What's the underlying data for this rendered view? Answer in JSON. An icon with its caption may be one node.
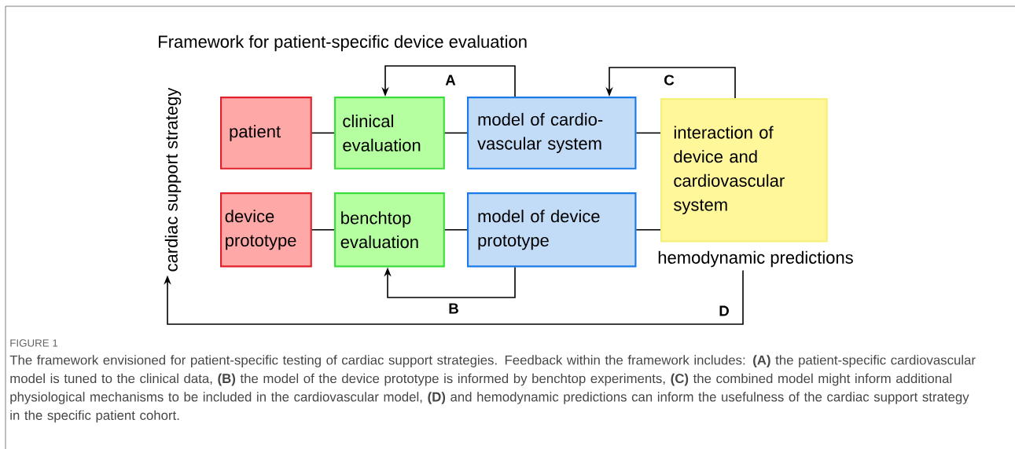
{
  "diagram": {
    "title": "Framework for patient-specific device evaluation",
    "caption": "The framework envisioned for patient-specific testing of cardiac support strategies. Feedback within the framework includes: **(A)** the patient-specific cardiovascular model is tuned to the clinical data, **(B)** the model of the device prototype is informed by benchtop experiments, **(C)** the combined model might inform additional physiological mechanisms to be included in the cardiovascular model, **(D)** and hemodynamic predictions can inform the usefulness of the cardiac support strategy in the specific patient cohort.",
    "nodes": [
      {
        "text": [
          "patient"
        ]
      },
      {
        "text": [
          "clinical evaluation"
        ]
      },
      {
        "text": [
          "model of cardio-vascular system"
        ]
      },
      {
        "text": [
          "interaction of device and cardiovascular system"
        ],
        "beside": [
          "hemodynamic predictions"
        ]
      },
      {
        "text": [
          "device prototype"
        ]
      },
      {
        "text": [
          "benchtop evaluation"
        ]
      },
      {
        "text": [
          "model of device prototype"
        ]
      },
      {
        "text": [
          "cardiac support strategy"
        ]
      }
    ],
    "edges": [
      {
        "from": 0,
        "to": 1,
        "arrow": "none"
      },
      {
        "from": 1,
        "to": 2,
        "arrow": "none"
      },
      {
        "from": 2,
        "to": 3,
        "arrow": "none"
      },
      {
        "from": 4,
        "to": 5,
        "arrow": "none"
      },
      {
        "from": 5,
        "to": 6,
        "arrow": "none"
      },
      {
        "from": 6,
        "to": 3,
        "arrow": "none"
      },
      {
        "from": 2,
        "to": 1,
        "arrow": "to",
        "label": "A"
      },
      {
        "from": 6,
        "to": 5,
        "arrow": "to",
        "label": "B"
      },
      {
        "from": 3,
        "to": 2,
        "arrow": "to",
        "label": "C"
      },
      {
        "from": 3,
        "to": 7,
        "arrow": "to",
        "label": "D"
      }
    ],
    "labels": [
      "FIGURE 1"
    ]
  }
}
